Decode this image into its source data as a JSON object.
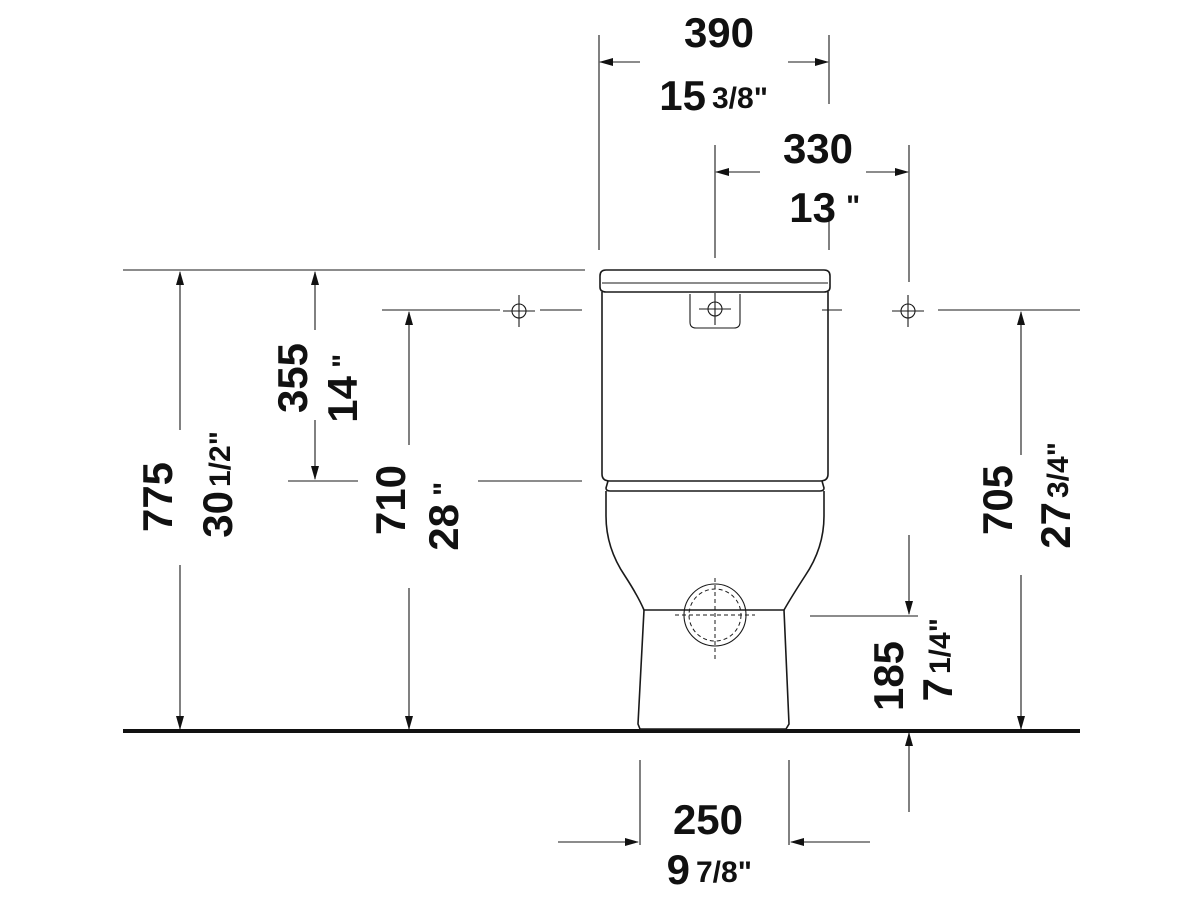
{
  "dimensions": {
    "total_width": {
      "mm": "390",
      "inch_whole": "15",
      "inch_frac": "3/8\""
    },
    "hole_spacing": {
      "mm": "330",
      "inch_whole": "13",
      "inch_frac": "\""
    },
    "tank_height": {
      "mm": "355",
      "inch_whole": "14",
      "inch_frac": "\""
    },
    "total_height": {
      "mm": "775",
      "inch_whole": "30",
      "inch_frac": "1/2\""
    },
    "seat_height": {
      "mm": "710",
      "inch_whole": "28",
      "inch_frac": "\""
    },
    "fixing_height": {
      "mm": "705",
      "inch_whole": "27",
      "inch_frac": "3/4\""
    },
    "outlet_height": {
      "mm": "185",
      "inch_whole": "7",
      "inch_frac": "1/4\""
    },
    "base_width": {
      "mm": "250",
      "inch_whole": "9",
      "inch_frac": "7/8\""
    }
  },
  "colors": {
    "ink": "#111111",
    "background": "#ffffff"
  }
}
